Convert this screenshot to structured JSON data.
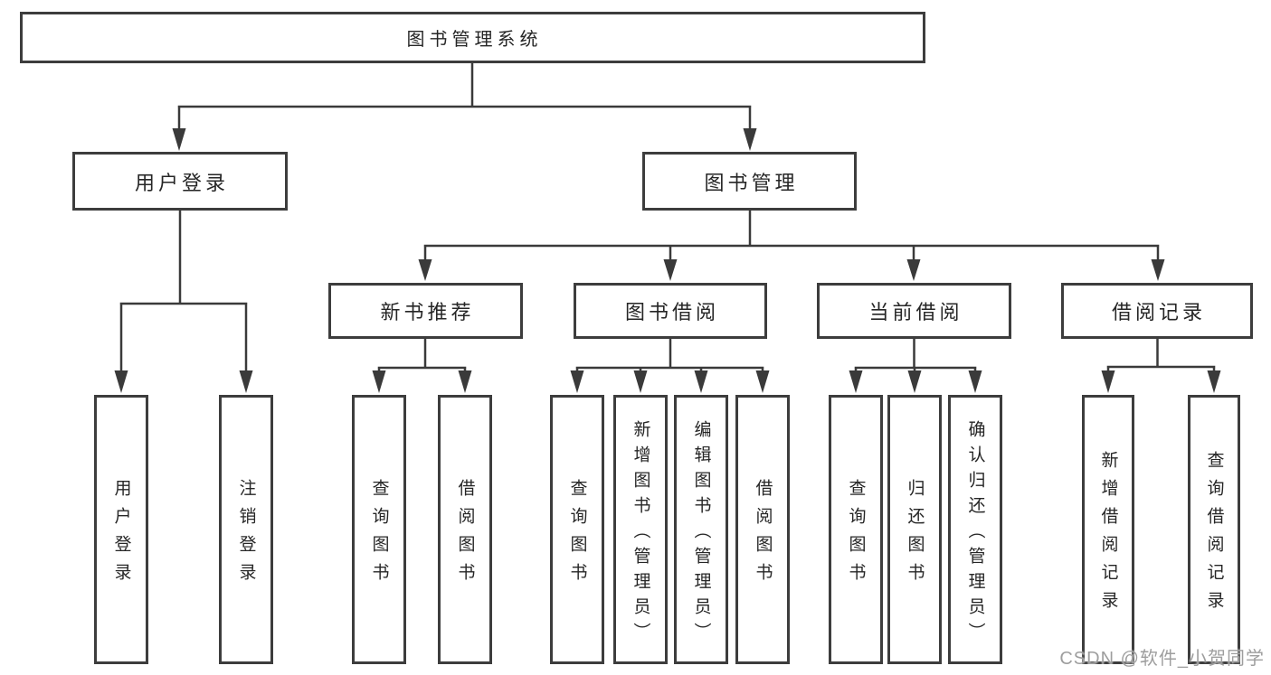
{
  "tree": {
    "root": {
      "label": "图书管理系统"
    },
    "branches": [
      {
        "label": "用户登录",
        "children": [
          {
            "label": "用户登录"
          },
          {
            "label": "注销登录"
          }
        ]
      },
      {
        "label": "图书管理",
        "sections": [
          {
            "label": "新书推荐",
            "children": [
              {
                "label": "查询图书"
              },
              {
                "label": "借阅图书"
              }
            ]
          },
          {
            "label": "图书借阅",
            "children": [
              {
                "label": "查询图书"
              },
              {
                "label": "新增图书（管理员）"
              },
              {
                "label": "编辑图书（管理员）"
              },
              {
                "label": "借阅图书"
              }
            ]
          },
          {
            "label": "当前借阅",
            "children": [
              {
                "label": "查询图书"
              },
              {
                "label": "归还图书"
              },
              {
                "label": "确认归还（管理员）"
              }
            ]
          },
          {
            "label": "借阅记录",
            "children": [
              {
                "label": "新增借阅记录"
              },
              {
                "label": "查询借阅记录"
              }
            ]
          }
        ]
      }
    ]
  },
  "watermark": {
    "text": "CSDN @软件_小贺同学"
  },
  "colors": {
    "line": "#3a3a3a",
    "box_border": "#3d3d3d",
    "box_fill": "#ffffff",
    "text": "#262626",
    "watermark": "#9e9e9e",
    "background": "#ffffff"
  }
}
